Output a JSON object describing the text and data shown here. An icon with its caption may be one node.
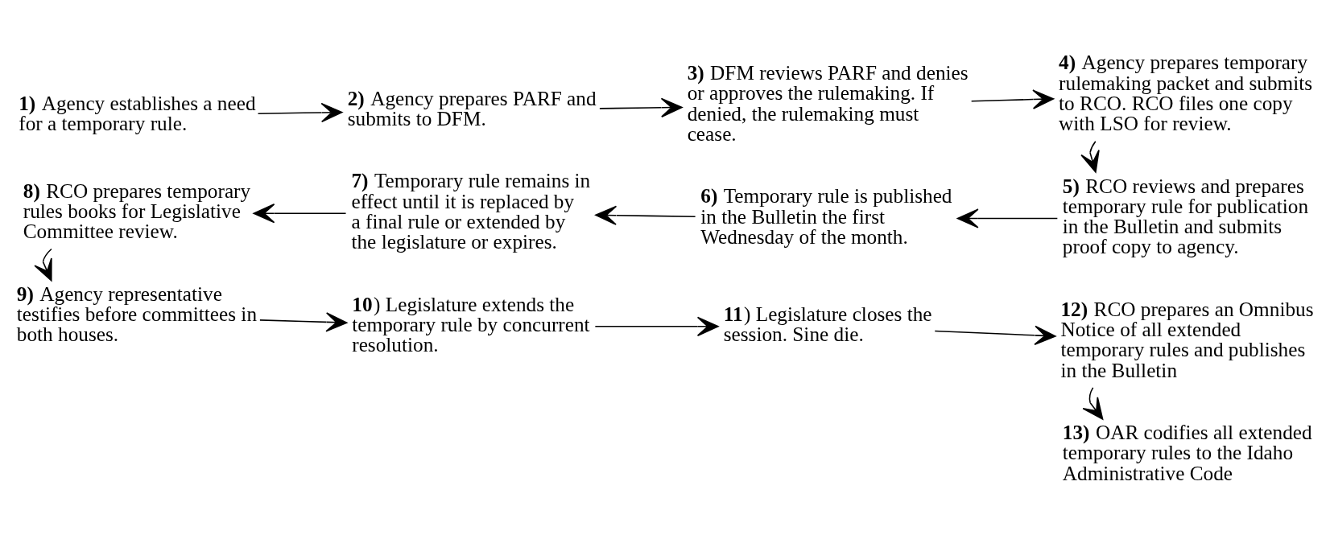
{
  "diagram": {
    "nodes": [
      {
        "text": [
          "**1)** Agency establishes a need for a temporary rule."
        ]
      },
      {
        "text": [
          "**2)** Agency prepares PARF and submits to DFM."
        ]
      },
      {
        "text": [
          "**3)** DFM reviews PARF and denies or approves the rulemaking. If denied, the rulemaking must cease."
        ]
      },
      {
        "text": [
          "**4)** Agency prepares temporary rulemaking packet and submits to RCO. RCO files one copy with LSO for review."
        ]
      },
      {
        "text": [
          "**5)** RCO reviews and prepares temporary rule for publication in the Bulletin and submits proof copy to agency."
        ]
      },
      {
        "text": [
          "**6)** Temporary rule is published in the Bulletin the first Wednesday of the month."
        ]
      },
      {
        "text": [
          "**7)** Temporary rule remains in effect until it is replaced by a final rule or extended by the legislature or expires."
        ]
      },
      {
        "text": [
          "**8)** RCO prepares temporary rules books for Legislative Committee review."
        ]
      },
      {
        "text": [
          "**9)** Agency representative testifies before committees in both houses."
        ]
      },
      {
        "text": [
          "**10**) Legislature extends the temporary rule by concurrent resolution."
        ]
      },
      {
        "text": [
          "**11**) Legislature closes the session. Sine die."
        ]
      },
      {
        "text": [
          "**12)** RCO prepares an Omnibus Notice of all extended temporary rules and publishes in the Bulletin"
        ]
      },
      {
        "text": [
          "**13)** OAR codifies all extended temporary rules to the Idaho Administrative Code"
        ]
      }
    ],
    "edges": [
      {
        "from": 0,
        "to": 1,
        "arrow": "to"
      },
      {
        "from": 1,
        "to": 2,
        "arrow": "to"
      },
      {
        "from": 2,
        "to": 3,
        "arrow": "to"
      },
      {
        "from": 3,
        "to": 4,
        "arrow": "to"
      },
      {
        "from": 4,
        "to": 5,
        "arrow": "to"
      },
      {
        "from": 5,
        "to": 6,
        "arrow": "to"
      },
      {
        "from": 6,
        "to": 7,
        "arrow": "to"
      },
      {
        "from": 7,
        "to": 8,
        "arrow": "to"
      },
      {
        "from": 8,
        "to": 9,
        "arrow": "to"
      },
      {
        "from": 9,
        "to": 10,
        "arrow": "to"
      },
      {
        "from": 10,
        "to": 11,
        "arrow": "to"
      },
      {
        "from": 11,
        "to": 12,
        "arrow": "to"
      }
    ]
  }
}
